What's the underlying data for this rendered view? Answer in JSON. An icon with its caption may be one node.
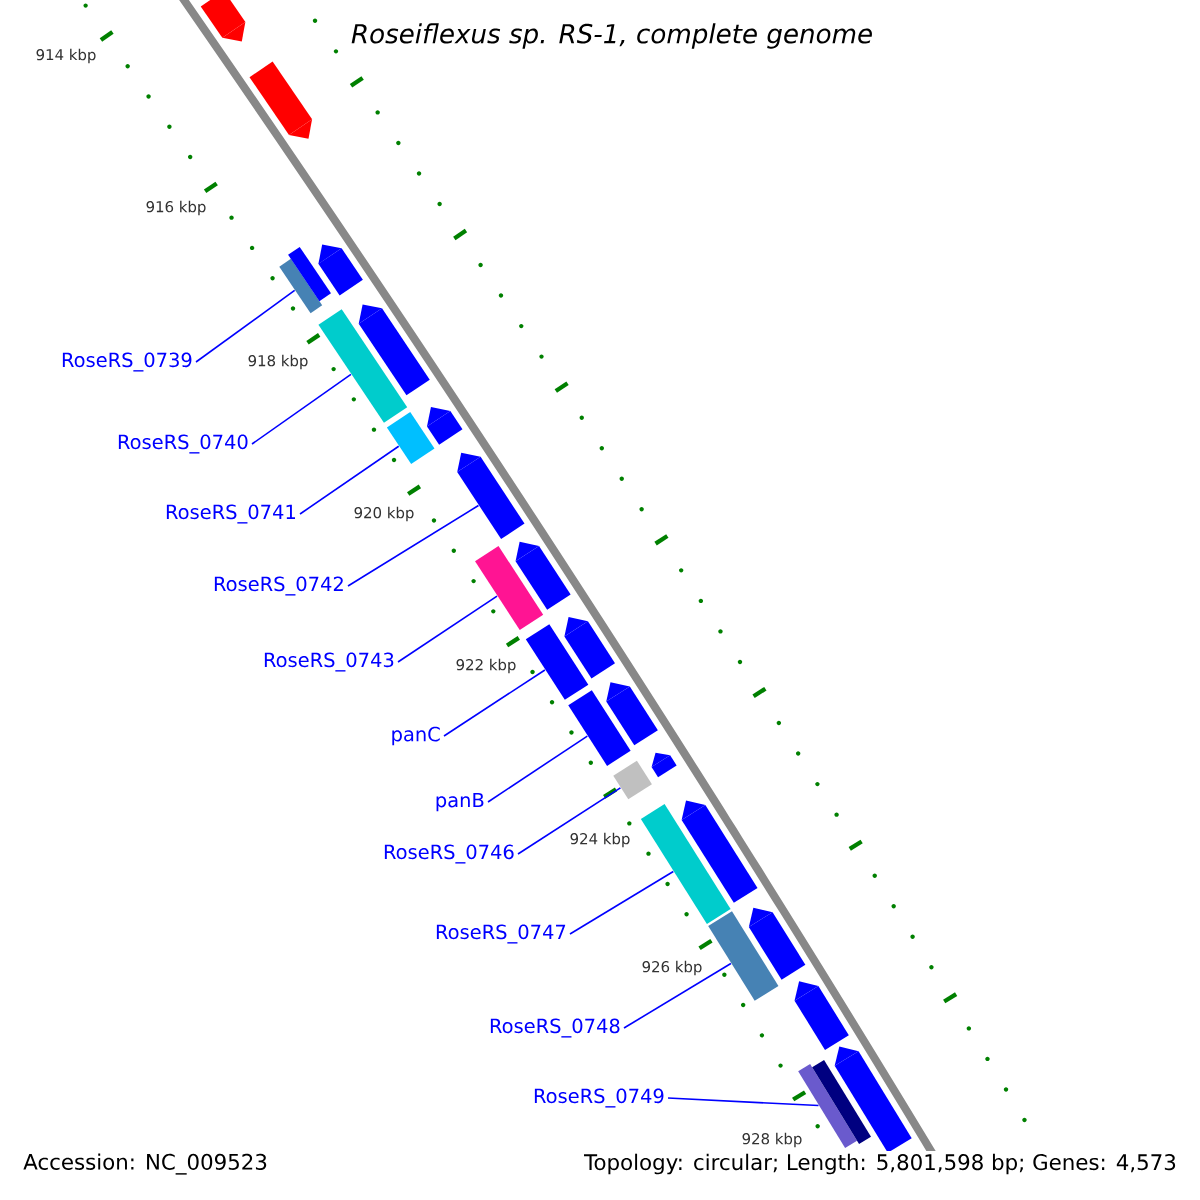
{
  "diagram": {
    "title": "Roseiflexus sp. RS-1, complete genome",
    "nodes": [
      {
        "text": [
          "RoseRS_0739"
        ]
      },
      {
        "text": [
          "RoseRS_0740"
        ]
      },
      {
        "text": [
          "RoseRS_0741"
        ]
      },
      {
        "text": [
          "RoseRS_0742"
        ]
      },
      {
        "text": [
          "RoseRS_0743"
        ]
      },
      {
        "text": [
          "panC"
        ]
      },
      {
        "text": [
          "panB"
        ]
      },
      {
        "text": [
          "RoseRS_0746"
        ]
      },
      {
        "text": [
          "RoseRS_0747"
        ]
      },
      {
        "text": [
          "RoseRS_0748"
        ]
      },
      {
        "text": [
          "RoseRS_0749"
        ]
      },
      {
        "text": [],
        "shape": "bar"
      },
      {
        "text": [],
        "shape": "bar"
      },
      {
        "text": [],
        "shape": "bar"
      },
      {
        "text": [],
        "shape": "bar"
      },
      {
        "text": [],
        "shape": "bar"
      },
      {
        "text": [],
        "shape": "bar"
      },
      {
        "text": [],
        "shape": "bar"
      },
      {
        "text": [],
        "shape": "bar"
      },
      {
        "text": [],
        "shape": "bar"
      },
      {
        "text": [],
        "shape": "bar"
      },
      {
        "text": [],
        "shape": "bar"
      },
      {
        "text": [],
        "shape": "bar"
      },
      {
        "text": [],
        "shape": "bar"
      },
      {
        "text": [],
        "shape": "bar"
      },
      {
        "text": [],
        "shape": "bar"
      },
      {
        "text": [],
        "shape": "bar"
      },
      {
        "text": [],
        "shape": "bar"
      },
      {
        "text": [],
        "shape": "bar"
      },
      {
        "text": [],
        "shape": "bar"
      },
      {
        "text": [],
        "shape": "bar"
      },
      {
        "text": [],
        "shape": "bar"
      },
      {
        "text": [],
        "shape": "bar"
      },
      {
        "text": [],
        "shape": "bar"
      },
      {
        "text": [],
        "shape": "bar"
      },
      {
        "text": [],
        "shape": "bar"
      },
      {
        "text": [],
        "shape": "bar"
      }
    ],
    "edges": [
      {
        "from": 0,
        "to": 11,
        "arrow": "none"
      },
      {
        "from": 1,
        "to": 12,
        "arrow": "none"
      },
      {
        "from": 2,
        "to": 13,
        "arrow": "none"
      },
      {
        "from": 3,
        "to": 14,
        "arrow": "none"
      },
      {
        "from": 4,
        "to": 15,
        "arrow": "none"
      },
      {
        "from": 5,
        "to": 16,
        "arrow": "none"
      },
      {
        "from": 6,
        "to": 17,
        "arrow": "none"
      },
      {
        "from": 7,
        "to": 18,
        "arrow": "none"
      },
      {
        "from": 8,
        "to": 19,
        "arrow": "none"
      },
      {
        "from": 9,
        "to": 20,
        "arrow": "none"
      },
      {
        "from": 10,
        "to": 21,
        "arrow": "none"
      }
    ],
    "labels": [
      "914 kbp",
      "916 kbp",
      "918 kbp",
      "920 kbp",
      "922 kbp",
      "924 kbp",
      "926 kbp",
      "928 kbp",
      "Accession: NC_009523",
      "Topology: circular; Length: 5,801,598 bp; Genes: 4,573"
    ]
  }
}
